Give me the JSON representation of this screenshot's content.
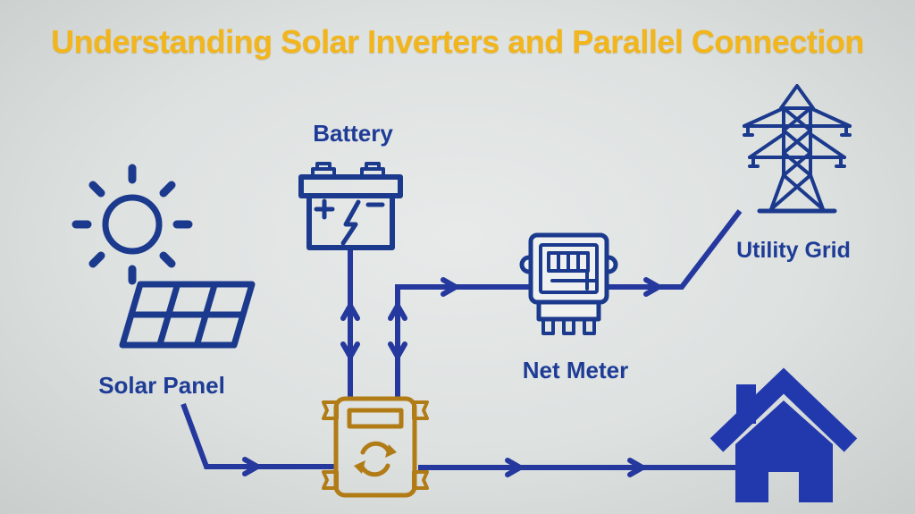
{
  "title": "Understanding Solar Inverters and Parallel Connection",
  "labels": {
    "battery": "Battery",
    "solar_panel": "Solar Panel",
    "net_meter": "Net Meter",
    "utility_grid": "Utility Grid"
  },
  "icons": {
    "sun": "sun-icon",
    "solar_panel": "solar-panel-icon",
    "battery": "battery-icon",
    "inverter": "inverter-cycle-icon",
    "net_meter": "net-meter-icon",
    "utility_grid": "transmission-tower-icon",
    "house": "house-icon"
  },
  "connections": [
    {
      "from": "battery",
      "to": "inverter",
      "arrows": "bidirectional"
    },
    {
      "from": "inverter",
      "to": "net_meter",
      "arrows": "bidirectional vertical, rightward to meter"
    },
    {
      "from": "net_meter",
      "to": "utility_grid",
      "arrows": "right"
    },
    {
      "from": "solar_panel",
      "to": "inverter",
      "arrows": "right"
    },
    {
      "from": "inverter",
      "to": "house",
      "arrows": "right"
    }
  ],
  "colors": {
    "title_yellow": "#f2b51c",
    "icon_navy": "#1c3a8d",
    "wire_blue": "#24389e",
    "house_blue": "#2239ae",
    "label_navy": "#1e3c96",
    "inverter_gold": "#b17b16",
    "inverter_fill": "#faf1e6",
    "background_light": "#e7eae9",
    "background_dark": "#c9cecd"
  }
}
